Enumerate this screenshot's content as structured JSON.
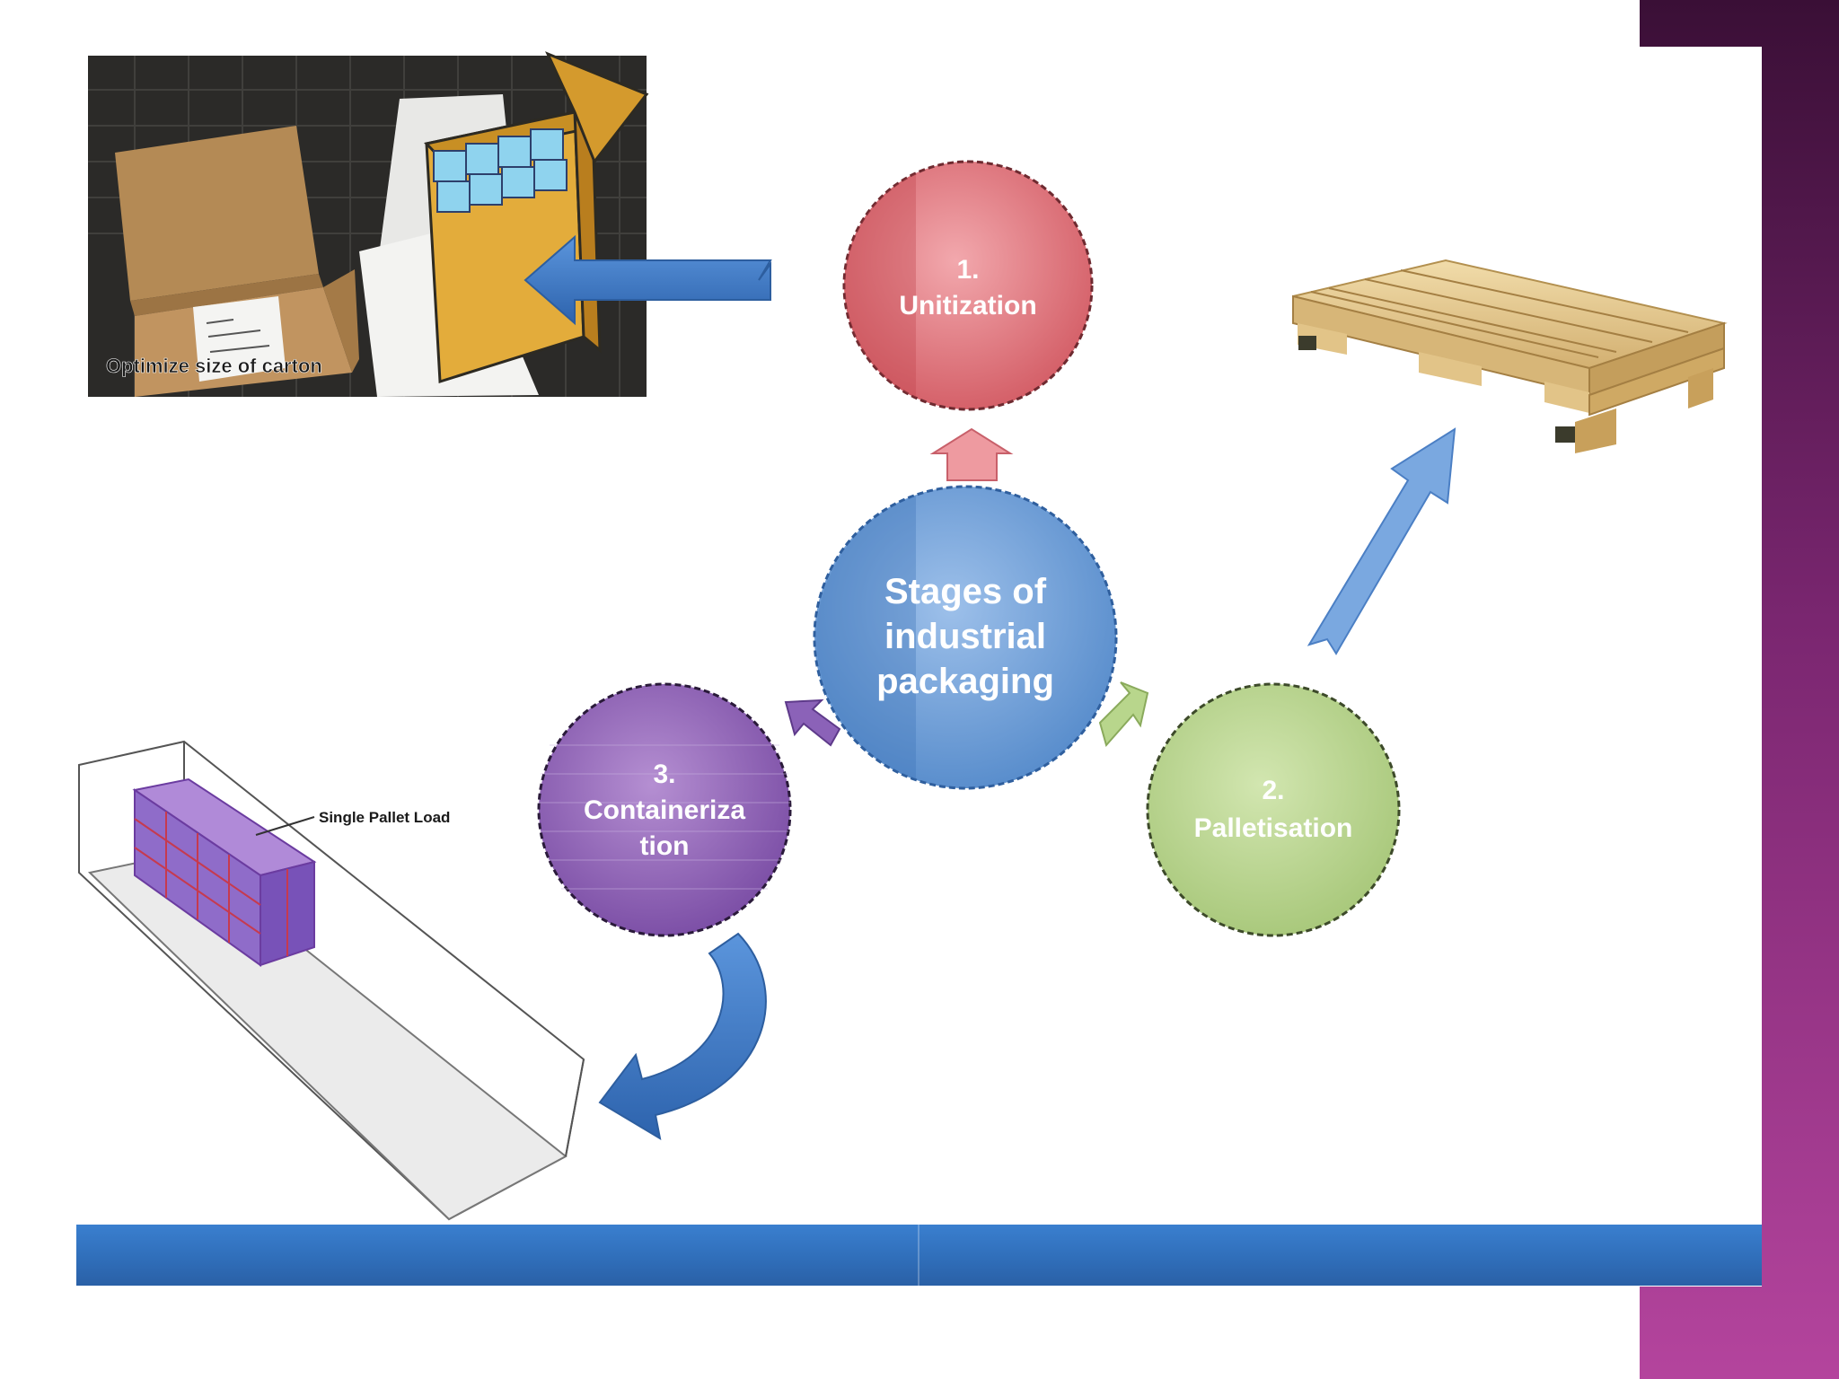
{
  "slide": {
    "title_circle": {
      "line1": "Stages of",
      "line2": "industrial",
      "line3": "packaging"
    },
    "stage1": {
      "number": "1.",
      "name": "Unitization"
    },
    "stage2": {
      "number": "2.",
      "name": "Palletisation"
    },
    "stage3": {
      "number": "3.",
      "line1": "Containeriza",
      "line2": "tion"
    },
    "carton_caption": "Optimize size of carton",
    "container_label": "Single Pallet Load"
  },
  "colors": {
    "center": "#6f9fd6",
    "stage1": "#e07a80",
    "stage2": "#b7d38a",
    "stage3": "#8a5bb0",
    "arrow_blue": "#3f78c4",
    "footer_blue": "#2f6db8",
    "band_dark": "#3a0f36",
    "band_light": "#b4449d"
  }
}
